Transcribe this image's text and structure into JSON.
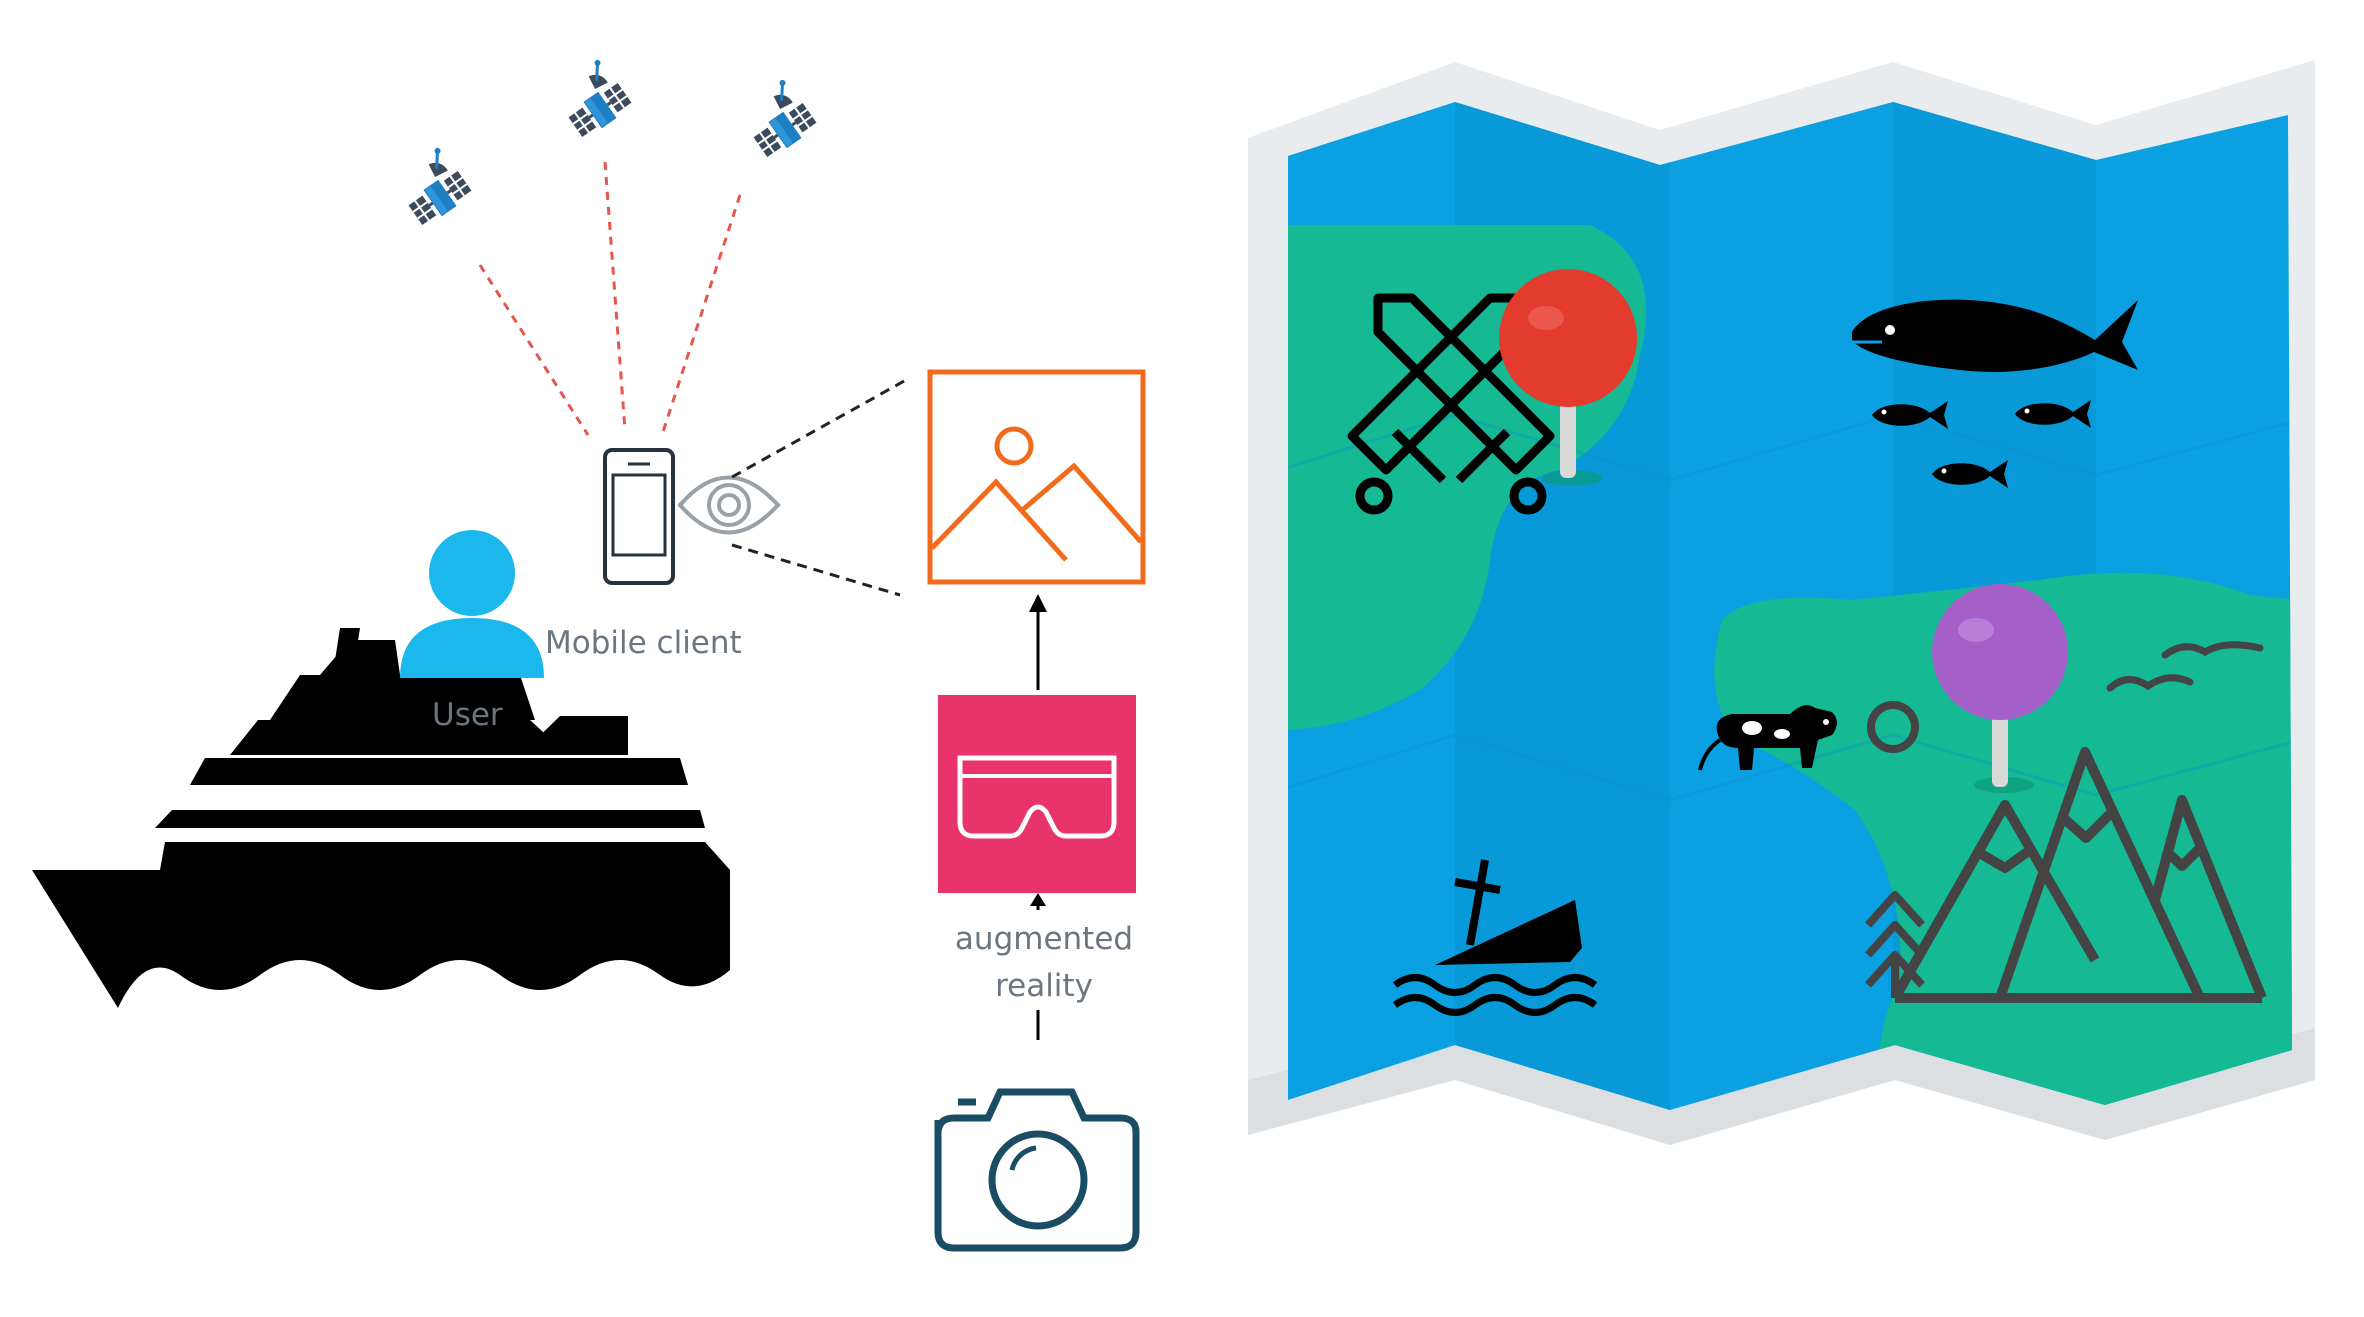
{
  "labels": {
    "user": "User",
    "mobile_client": "Mobile client",
    "augmented_reality": "augmented reality"
  },
  "colors": {
    "user": "#1ab8ec",
    "satellite_blue": "#1f7fc4",
    "satellite_dark": "#3b4a5c",
    "signal_line": "#e8554e",
    "image_frame": "#f26b1d",
    "ar_box": "#e8336b",
    "camera": "#1a4d63",
    "map_water": "#0aa0e2",
    "map_land": "#15b994",
    "map_border": "#e8ecee",
    "pin_red": "#e33b2e",
    "pin_purple": "#a45fc8",
    "map_icons": "#000000"
  },
  "icons": {
    "satellites": [
      "satellite-icon",
      "satellite-icon",
      "satellite-icon"
    ],
    "phone": "smartphone-icon",
    "eye": "eye-icon",
    "image": "image-icon",
    "ar": "vr-headset-icon",
    "camera": "camera-icon",
    "user": "user-icon",
    "ship": "ship-icon",
    "map": "folded-map-icon",
    "map_items": [
      "crossed-swords-icon",
      "location-pin-icon",
      "fish-icon",
      "small-fish-icon",
      "small-fish-icon",
      "small-fish-icon",
      "cow-icon",
      "circle-marker-icon",
      "location-pin-icon",
      "birds-icon",
      "mountains-icon",
      "pine-trees-icon",
      "shipwreck-icon"
    ]
  }
}
